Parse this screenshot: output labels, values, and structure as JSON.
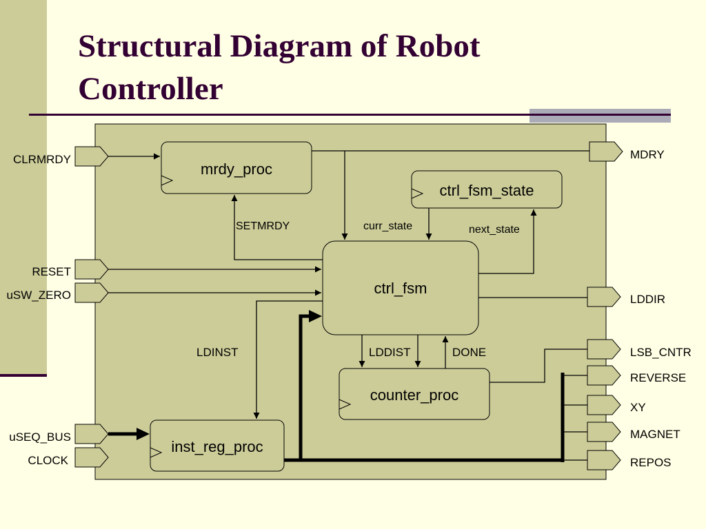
{
  "title": "Structural Diagram of Robot Controller",
  "colors": {
    "background": "#FFFFE5",
    "left_bar": "#CCCC99",
    "title": "#330033",
    "accent_bar": "#ABABB8",
    "diagram_fill": "#CCCC99",
    "line": "#000000"
  },
  "blocks": {
    "mrdy_proc": "mrdy_proc",
    "ctrl_fsm_state": "ctrl_fsm_state",
    "ctrl_fsm": "ctrl_fsm",
    "counter_proc": "counter_proc",
    "inst_reg_proc": "inst_reg_proc"
  },
  "inputs": {
    "clrmrdy": "CLRMRDY",
    "reset": "RESET",
    "usw_zero": "uSW_ZERO",
    "useq_bus": "uSEQ_BUS",
    "clock": "CLOCK"
  },
  "outputs": {
    "mdry": "MDRY",
    "lddir": "LDDIR",
    "lsb_cntr": "LSB_CNTR",
    "reverse": "REVERSE",
    "xy": "XY",
    "magnet": "MAGNET",
    "repos": "REPOS"
  },
  "signals": {
    "setmrdy": "SETMRDY",
    "curr_state": "curr_state",
    "next_state": "next_state",
    "ldinst": "LDINST",
    "lddist": "LDDIST",
    "done": "DONE"
  }
}
